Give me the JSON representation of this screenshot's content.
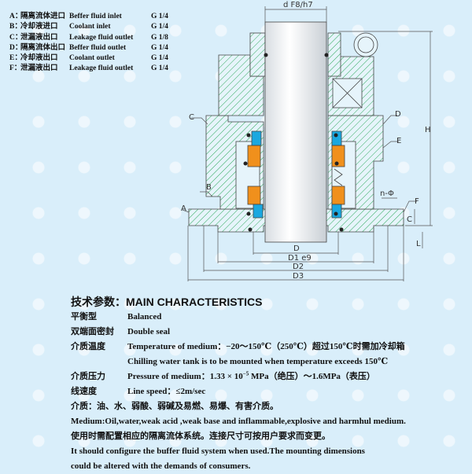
{
  "ports": [
    {
      "key": "A：",
      "cn": "隔离流体进口",
      "en": "Beffer fluid inlet",
      "size": "G 1/4"
    },
    {
      "key": "B：",
      "cn": "冷却液进口",
      "en": "Coolant inlet",
      "size": "G 1/4"
    },
    {
      "key": "C：",
      "cn": "泄漏液出口",
      "en": "Leakage fluid outlet",
      "size": "G 1/8"
    },
    {
      "key": "D：",
      "cn": "隔离流体出口",
      "en": "Beffer fluid outlet",
      "size": "G 1/4"
    },
    {
      "key": "E：",
      "cn": "冷却液出口",
      "en": "Coolant outlet",
      "size": "G 1/4"
    },
    {
      "key": "F：",
      "cn": "泄漏液出口",
      "en": "Leakage fluid outlet",
      "size": "G 1/4"
    }
  ],
  "drawing": {
    "labels": {
      "A": "A",
      "B": "B",
      "C": "C",
      "D": "D",
      "E": "E",
      "F": "F"
    },
    "dims": {
      "d": "d F8/h7",
      "D": "D",
      "D1": "D1 e9",
      "D2": "D2",
      "D3": "D3",
      "H": "H",
      "L": "L",
      "C": "C",
      "nphi": "n-Φ"
    },
    "colors": {
      "hatch": "#2eaa5c",
      "seat": "#f0901c",
      "ring": "#1aa8e0",
      "outline": "#444444"
    }
  },
  "characteristics": {
    "heading": "技术参数：MAIN CHARACTERISTICS",
    "rows": [
      {
        "label": "平衡型",
        "value": "Balanced"
      },
      {
        "label": "双端面密封",
        "value": "Double seal"
      },
      {
        "label": "介质温度",
        "value": "Temperature of medium：−20～150℃（250℃）超过150℃时需加冷却箱"
      },
      {
        "label": "",
        "value": "Chilling water tank is to be mounted when temperature exceeds 150℃"
      },
      {
        "label": "介质压力",
        "value_pre": "Pressure of medium：1.33 × 10",
        "value_exp": "−5",
        "value_post": " MPa（绝压）～1.6MPa（表压）"
      },
      {
        "label": "线速度",
        "value": "Line speed：≤2m/sec"
      }
    ],
    "notes": [
      "介质：油、水、弱酸、弱碱及易燃、易爆、有害介质。",
      "Medium:Oil,water,weak acid ,weak base and inflammable,explosive and harmhul medium.",
      "使用时需配置相应的隔离流体系统。连接尺寸可按用户要求而变更。",
      "It should configure the buffer fluid system when used.The mounting dimensions",
      "could be altered with the demands of consumers."
    ]
  }
}
